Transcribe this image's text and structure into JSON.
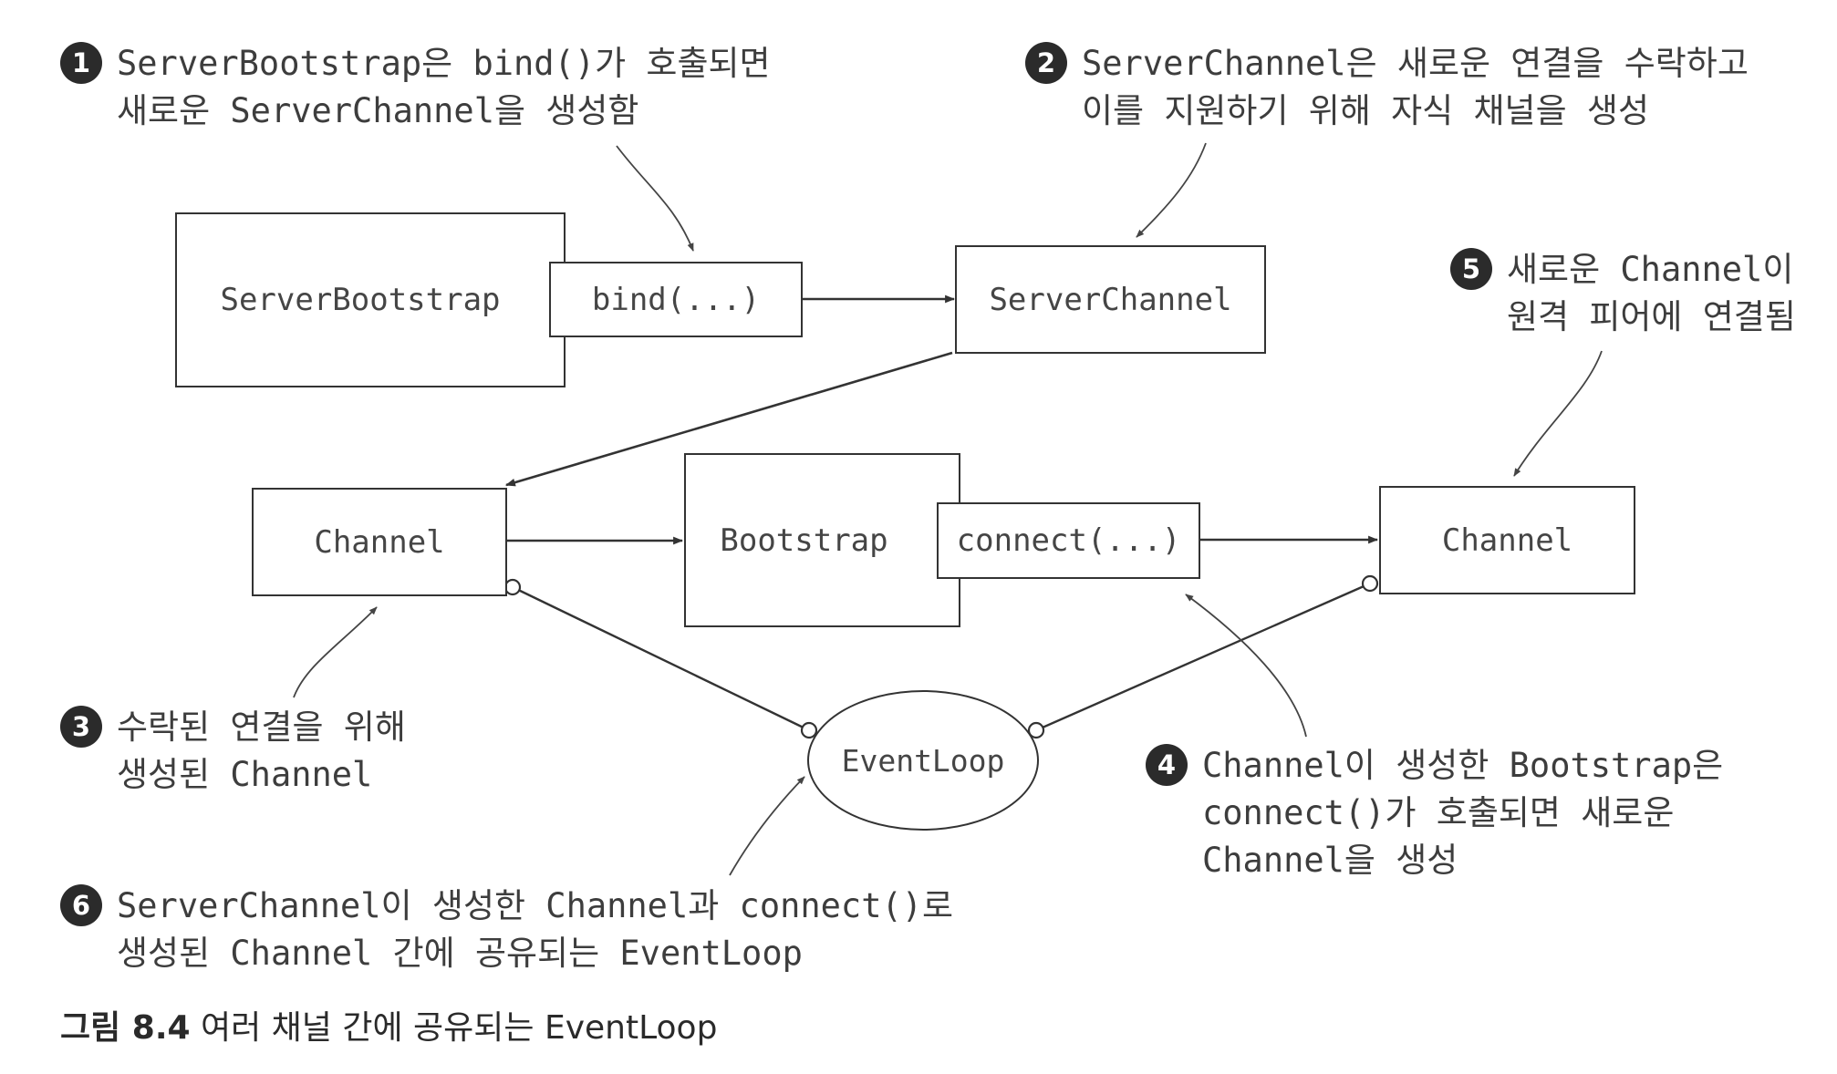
{
  "nodes": {
    "server_bootstrap": "ServerBootstrap",
    "bind": "bind(...)",
    "server_channel": "ServerChannel",
    "channel_left": "Channel",
    "bootstrap": "Bootstrap",
    "connect": "connect(...)",
    "channel_right": "Channel",
    "event_loop": "EventLoop"
  },
  "callouts": [
    {
      "num": "1",
      "lines": [
        "ServerBootstrap은 bind()가 호출되면",
        "새로운 ServerChannel을 생성함"
      ]
    },
    {
      "num": "2",
      "lines": [
        "ServerChannel은 새로운 연결을 수락하고",
        "이를 지원하기 위해 자식 채널을 생성"
      ]
    },
    {
      "num": "3",
      "lines": [
        "수락된 연결을 위해",
        "생성된 Channel"
      ]
    },
    {
      "num": "4",
      "lines": [
        "Channel이 생성한 Bootstrap은",
        "connect()가 호출되면 새로운",
        "Channel을 생성"
      ]
    },
    {
      "num": "5",
      "lines": [
        "새로운 Channel이",
        "원격 피어에 연결됨"
      ]
    },
    {
      "num": "6",
      "lines": [
        "ServerChannel이 생성한 Channel과 connect()로",
        "생성된 Channel 간에 공유되는 EventLoop"
      ]
    }
  ],
  "caption": {
    "label": "그림 8.4",
    "text": "여러 채널 간에 공유되는 EventLoop"
  }
}
